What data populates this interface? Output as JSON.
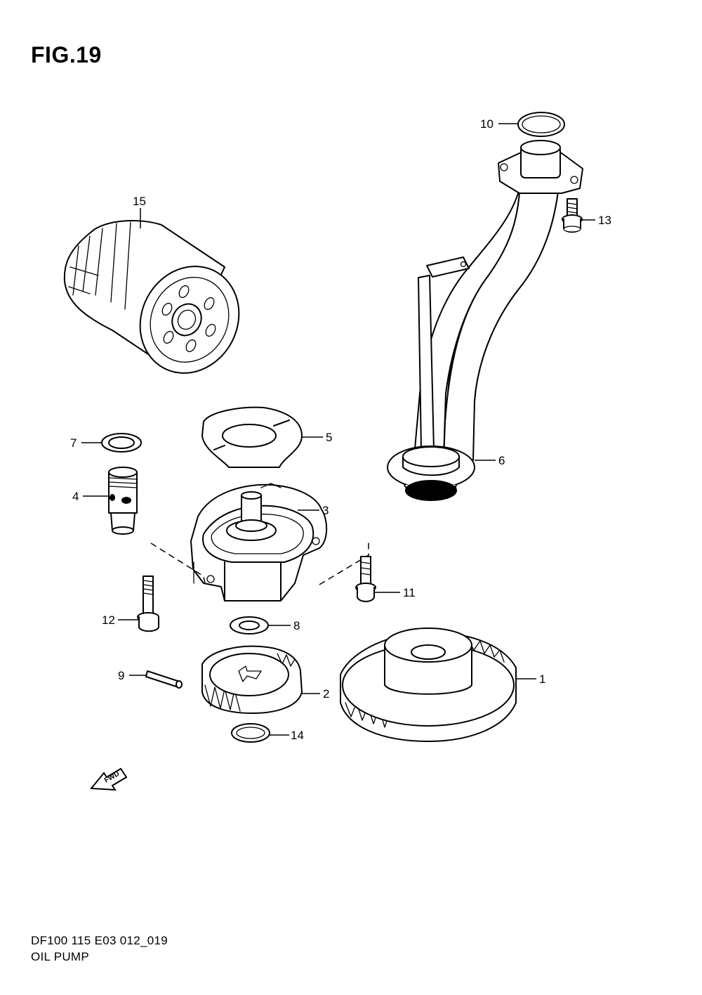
{
  "figure": {
    "title": "FIG.19"
  },
  "callouts": [
    {
      "id": "1",
      "label": "1"
    },
    {
      "id": "2",
      "label": "2"
    },
    {
      "id": "3",
      "label": "3"
    },
    {
      "id": "4",
      "label": "4"
    },
    {
      "id": "5",
      "label": "5"
    },
    {
      "id": "6",
      "label": "6"
    },
    {
      "id": "7",
      "label": "7"
    },
    {
      "id": "8",
      "label": "8"
    },
    {
      "id": "9",
      "label": "9"
    },
    {
      "id": "10",
      "label": "10"
    },
    {
      "id": "11",
      "label": "11"
    },
    {
      "id": "12",
      "label": "12"
    },
    {
      "id": "13",
      "label": "13"
    },
    {
      "id": "14",
      "label": "14"
    },
    {
      "id": "15",
      "label": "15"
    }
  ],
  "fwd_marker": {
    "label": "FWD",
    "icon": "fwd-arrow-icon"
  },
  "footer": {
    "code": "DF100 115 E03 012_019",
    "caption": "OIL PUMP"
  }
}
